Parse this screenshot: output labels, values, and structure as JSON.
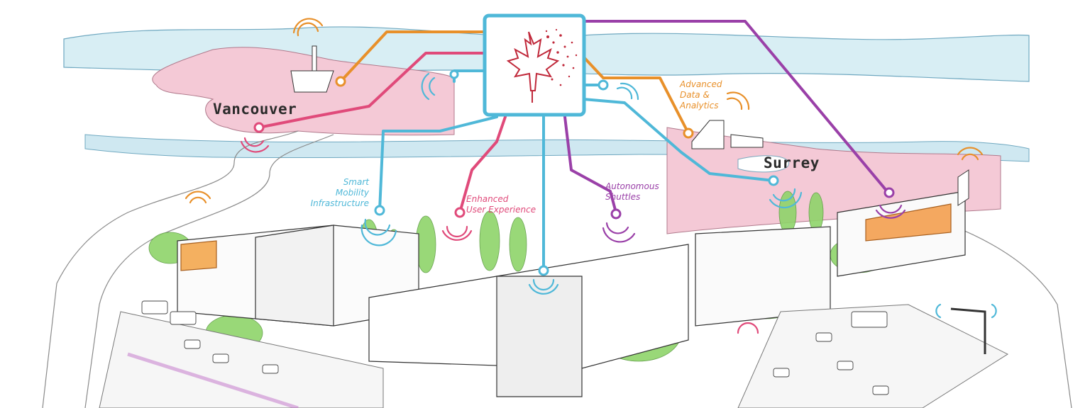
{
  "illustration": {
    "cities": {
      "vancouver": "Vancouver",
      "surrey": "Surrey"
    },
    "labels": {
      "advanced_data": "Advanced\nData &\nAnalytics",
      "smart_mobility": "Smart\nMobility\nInfrastructure",
      "user_experience": "Enhanced\nUser Experience",
      "autonomous_shuttles": "Autonomous\nShuttles"
    },
    "hub_icon": "maple-leaf-icon",
    "colors": {
      "orange": "#e8902a",
      "pink": "#e04a7a",
      "blue": "#4fb8d8",
      "purple": "#9a40a8",
      "map_pink": "#f4c9d6",
      "water": "#bfe2ec",
      "green": "#8fd46a"
    }
  }
}
